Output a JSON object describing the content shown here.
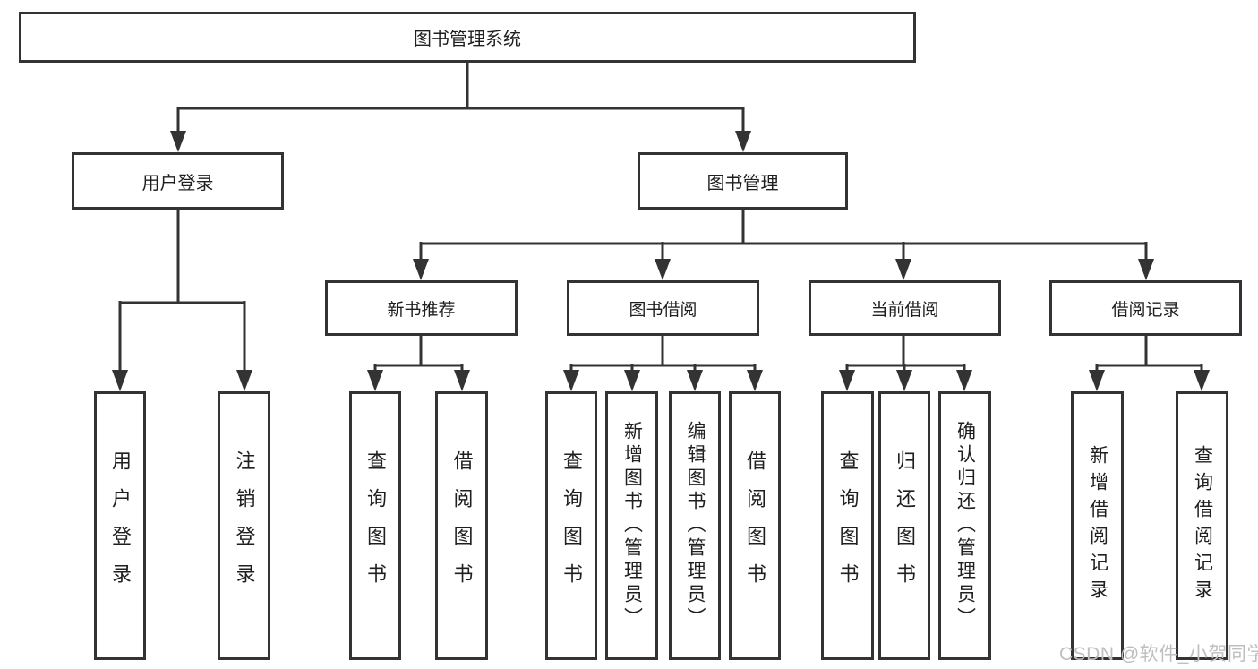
{
  "diagram": {
    "title_node": {
      "label": "图书管理系统"
    },
    "level1": [
      {
        "label": "用户登录"
      },
      {
        "label": "图书管理"
      }
    ],
    "level2": [
      {
        "label": "新书推荐"
      },
      {
        "label": "图书借阅"
      },
      {
        "label": "当前借阅"
      },
      {
        "label": "借阅记录"
      }
    ],
    "leaves": [
      {
        "label": "用户登录",
        "parent": "用户登录"
      },
      {
        "label": "注销登录",
        "parent": "用户登录"
      },
      {
        "label": "查询图书",
        "parent": "新书推荐"
      },
      {
        "label": "借阅图书",
        "parent": "新书推荐"
      },
      {
        "label": "查询图书",
        "parent": "图书借阅"
      },
      {
        "label": "新增图书（管理员）",
        "parent": "图书借阅"
      },
      {
        "label": "编辑图书（管理员）",
        "parent": "图书借阅"
      },
      {
        "label": "借阅图书",
        "parent": "图书借阅"
      },
      {
        "label": "查询图书",
        "parent": "当前借阅"
      },
      {
        "label": "归还图书",
        "parent": "当前借阅"
      },
      {
        "label": "确认归还（管理员）",
        "parent": "当前借阅"
      },
      {
        "label": "新增借阅记录",
        "parent": "借阅记录"
      },
      {
        "label": "查询借阅记录",
        "parent": "借阅记录"
      }
    ],
    "colors": {
      "line": "#333333",
      "box_border": "#333333",
      "text": "#1f1f1f",
      "background": "#ffffff",
      "watermark": "#bfbfbf"
    }
  },
  "watermark": {
    "text": "CSDN @软件_小贺同学"
  }
}
